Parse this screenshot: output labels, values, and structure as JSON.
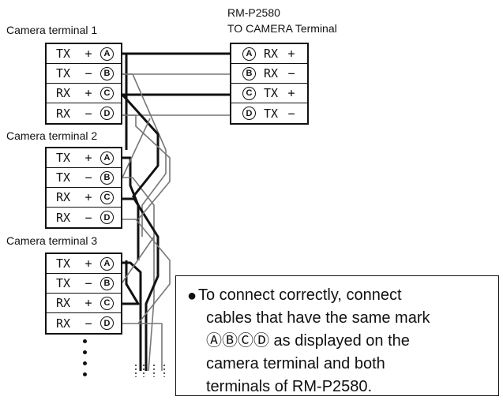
{
  "rm_title_line1": "RM-P2580",
  "rm_title_line2": "TO CAMERA Terminal",
  "camera_terminals": [
    {
      "label": "Camera terminal 1"
    },
    {
      "label": "Camera terminal 2"
    },
    {
      "label": "Camera terminal 3"
    }
  ],
  "camera_rows": [
    {
      "signal": "TX",
      "polarity": "+",
      "mark": "A"
    },
    {
      "signal": "TX",
      "polarity": "−",
      "mark": "B"
    },
    {
      "signal": "RX",
      "polarity": "+",
      "mark": "C"
    },
    {
      "signal": "RX",
      "polarity": "−",
      "mark": "D"
    }
  ],
  "rm_rows": [
    {
      "mark": "A",
      "signal": "RX",
      "polarity": "+"
    },
    {
      "mark": "B",
      "signal": "RX",
      "polarity": "−"
    },
    {
      "mark": "C",
      "signal": "TX",
      "polarity": "+"
    },
    {
      "mark": "D",
      "signal": "TX",
      "polarity": "−"
    }
  ],
  "note": {
    "line1": "To connect correctly, connect",
    "line2": "cables that have the same mark",
    "line3_marks": "ⒶⒷⒸⒹ",
    "line3_text": " as displayed on the",
    "line4": "camera terminal and both",
    "line5": "terminals of RM-P2580."
  }
}
